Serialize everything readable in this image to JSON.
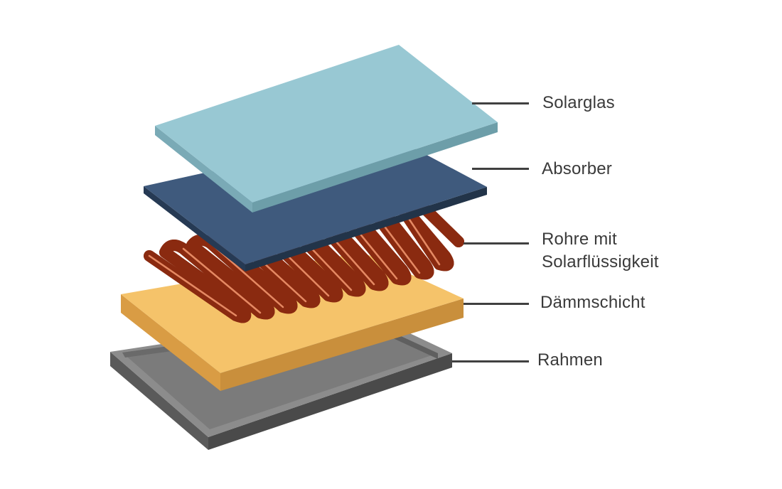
{
  "layers": [
    {
      "id": "glass",
      "label": "Solarglas",
      "color": "#98c8d3"
    },
    {
      "id": "absorber",
      "label": "Absorber",
      "color": "#3f5a7d"
    },
    {
      "id": "pipes",
      "label_line1": "Rohre mit",
      "label_line2": "Solarflüssigkeit",
      "color": "#d8552c"
    },
    {
      "id": "insulation",
      "label": "Dämmschicht",
      "color": "#f5c36a"
    },
    {
      "id": "frame",
      "label": "Rahmen",
      "color": "#8a8a8a"
    }
  ]
}
